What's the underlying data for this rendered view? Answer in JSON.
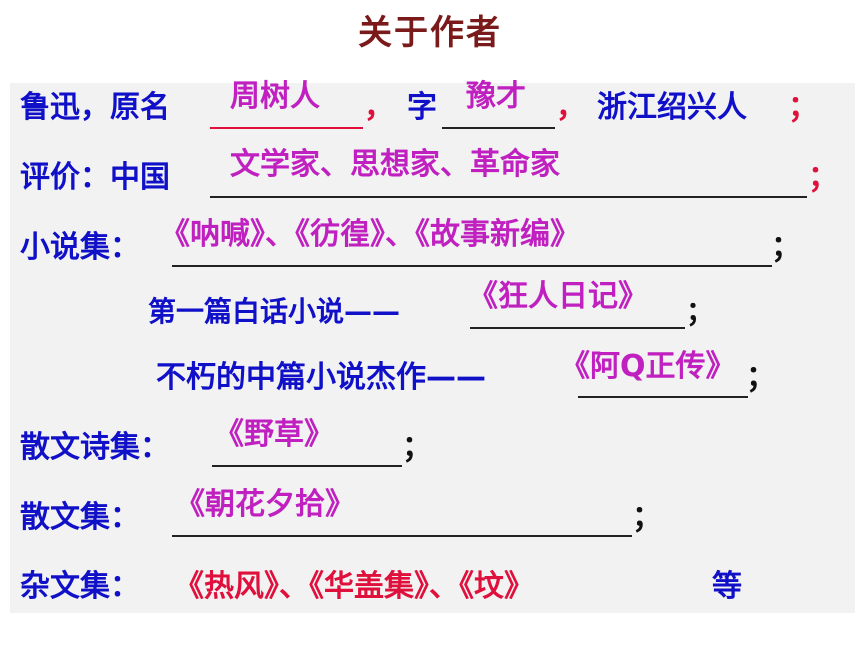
{
  "title": "关于作者",
  "row1": {
    "label": "鲁迅，原名",
    "original_name": "周树人",
    "comma1": "，",
    "zi_label": "字",
    "courtesy_name": "豫才",
    "comma2": "，",
    "hometown": "浙江绍兴人",
    "end": "；"
  },
  "row2": {
    "label": "评价：中国",
    "answer": "文学家、思想家、革命家",
    "end": "；"
  },
  "row3": {
    "label": "小说集：",
    "answer": "《呐喊》、《彷徨》、《故事新编》",
    "end": "；"
  },
  "row4": {
    "label": "第一篇白话小说——",
    "answer": "《狂人日记》",
    "end": "；"
  },
  "row5": {
    "label": "不朽的中篇小说杰作——",
    "answer": "《阿Q正传》",
    "end": "；"
  },
  "row6": {
    "label": "散文诗集：",
    "answer": "《野草》",
    "end": "；"
  },
  "row7": {
    "label": "散文集：",
    "answer": "《朝花夕拾》",
    "end": "；"
  },
  "row8": {
    "label": "杂文集：",
    "answer": "《热风》、《华盖集》、《坟》",
    "suffix": "等"
  }
}
